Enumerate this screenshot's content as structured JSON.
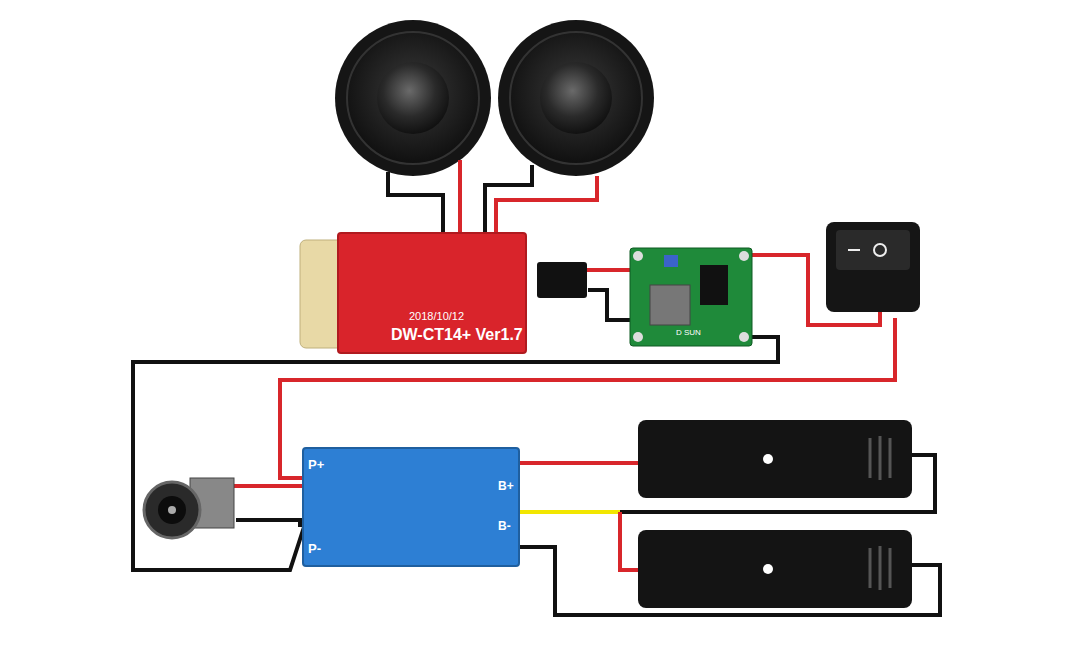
{
  "diagram": {
    "nodes": [
      {
        "text": [
          "2018/10/12",
          "DW-CT14+ Ver1.7"
        ]
      },
      {
        "text": [
          "P+",
          "P-",
          "B+",
          "B-"
        ]
      }
    ],
    "labels": [
      "D SUN"
    ]
  }
}
